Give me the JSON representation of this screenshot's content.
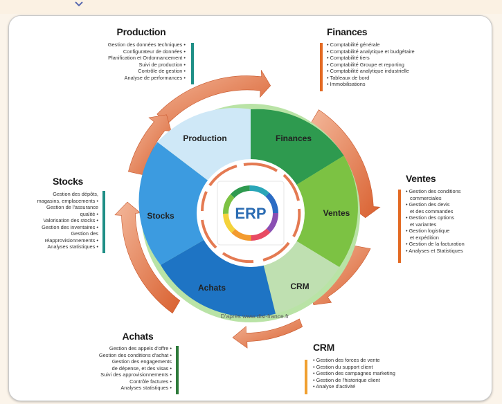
{
  "colors": {
    "teal_bar": "#1f8f86",
    "orange_bar": "#e36a23",
    "green_bar": "#2d7a3a",
    "yellow_bar": "#f0a030",
    "arrow": "#e0734a",
    "production_seg": "#cfe8f7",
    "finances_seg": "#2e9a4f",
    "ventes_seg": "#7cc243",
    "crm_seg": "#bfe0b1",
    "achats_seg": "#1e74c4",
    "stocks_seg": "#3c9be0"
  },
  "segments": {
    "production": "Production",
    "finances": "Finances",
    "ventes": "Ventes",
    "crm": "CRM",
    "achats": "Achats",
    "stocks": "Stocks"
  },
  "center_logo": "ERP",
  "credit": "D'après www.disi-france.fr",
  "blocks": {
    "production": {
      "title": "Production",
      "items": [
        "Gestion des données techniques •",
        "Configurateur de données •",
        "Planification et Ordonnancement •",
        "Suivi de production •",
        "Contrôle de gestion •",
        "Analyse de performances •"
      ]
    },
    "finances": {
      "title": "Finances",
      "items": [
        "• Comptabilité générale",
        "• Comptabilité analytique et budgétaire",
        "• Comptabilité tiers",
        "• Comptabilité Groupe et reporting",
        "• Comptabilité analytique industrielle",
        "• Tableaux de bord",
        "• Immobilisations"
      ]
    },
    "stocks": {
      "title": "Stocks",
      "items": [
        "Gestion des dépôts,",
        "magasins, emplacements •",
        "Gestion de l'assurance",
        "qualité •",
        "Valorisation des stocks •",
        "Gestion des inventaires •",
        "Gestion des",
        "réapprovisionnements •",
        "Analyses statistiques •"
      ]
    },
    "ventes": {
      "title": "Ventes",
      "items": [
        "• Gestion des conditions",
        "  commerciales",
        "• Gestion des devis",
        "  et des commandes",
        "• Gestion des options",
        "  et variantes",
        "• Gestion logistique",
        "  et expédition",
        "• Gestion de la facturation",
        "• Analyses et Statistiques"
      ]
    },
    "achats": {
      "title": "Achats",
      "items": [
        "Gestion des appels d'offre •",
        "Gestion des conditions d'achat •",
        "Gestion des engagements",
        "de dépense, et des visas •",
        "Suivi des approvisionnements •",
        "Contrôle factures •",
        "Analyses statistiques •"
      ]
    },
    "crm": {
      "title": "CRM",
      "items": [
        "• Gestion des forces de vente",
        "• Gestion du support client",
        "• Gestion des campagnes marketing",
        "• Gestion de l'historique client",
        "• Analyse d'activité"
      ]
    }
  }
}
